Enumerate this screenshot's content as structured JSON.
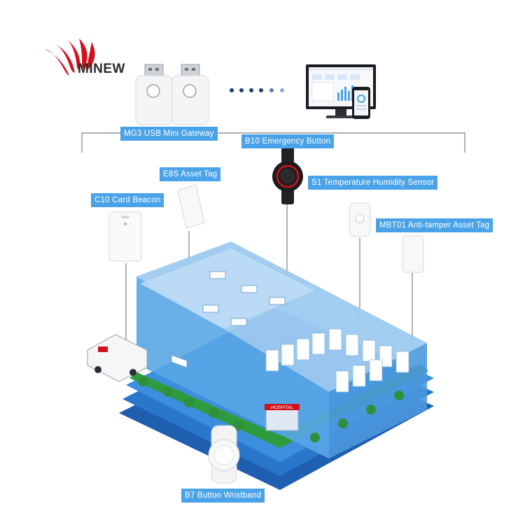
{
  "brand": {
    "name": "MINEW",
    "accent": "#d1121d"
  },
  "labels": {
    "gateway": "MG3 USB Mini Gateway",
    "emergency": "B10 Emergency Button",
    "asset_tag": "E8S Asset Tag",
    "card_beacon": "C10 Card Beacon",
    "sensor": "S1 Temperature Humidity Sensor",
    "antitamper": "MBT01 Anti-tamper Asset Tag",
    "wristband": "B7 Button Wristband",
    "hospital_sign": "HOSPITAL"
  },
  "colors": {
    "label_bg": "#4aa3e8",
    "building_blue": "#3b8fdc",
    "grass": "#2e9b3e",
    "connector": "#1f3f78"
  }
}
